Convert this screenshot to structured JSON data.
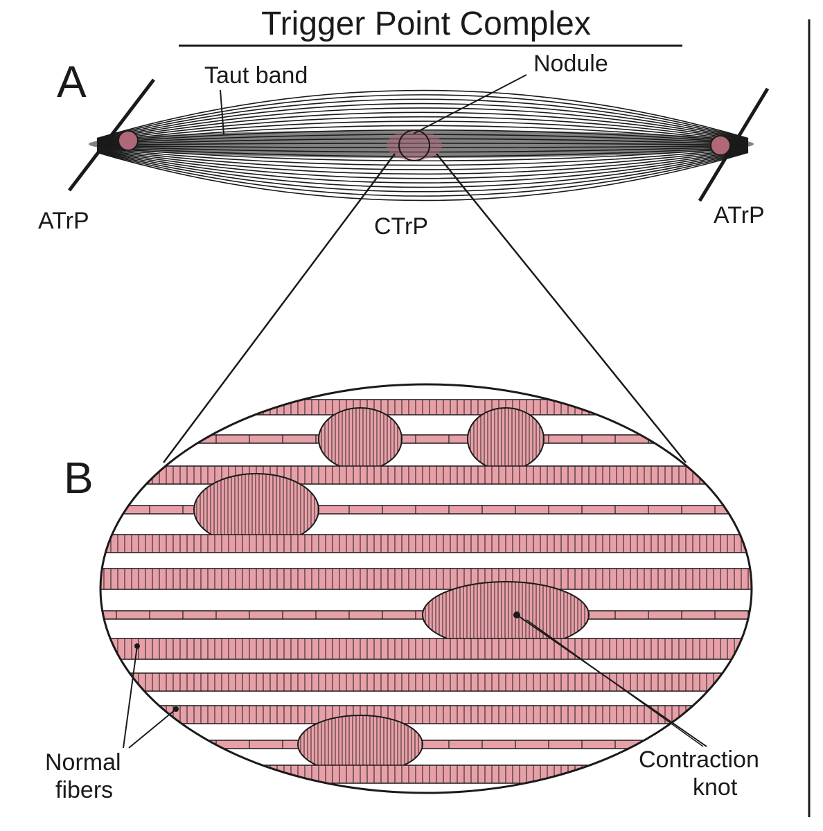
{
  "title": "Trigger Point Complex",
  "panels": {
    "a": {
      "letter": "A",
      "labels": {
        "taut_band": "Taut band",
        "nodule": "Nodule",
        "atrp_left": "ATrP",
        "ctrp": "CTrP",
        "atrp_right": "ATrP"
      }
    },
    "b": {
      "letter": "B",
      "labels": {
        "normal_fibers_line1": "Normal",
        "normal_fibers_line2": "fibers",
        "contraction_knot_line1": "Contraction",
        "contraction_knot_line2": "knot"
      }
    }
  },
  "colors": {
    "fiber": "#e8a0a8",
    "ink": "#1a1a1a",
    "knot_spot": "#b06878"
  }
}
